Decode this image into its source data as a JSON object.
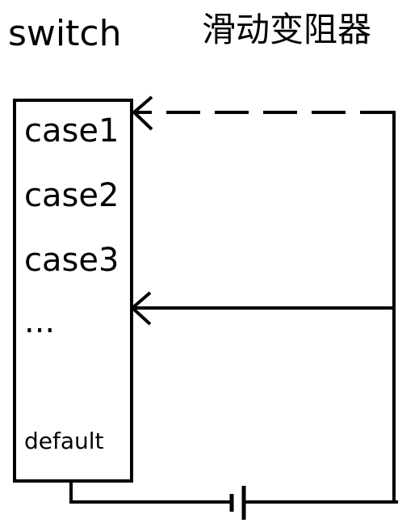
{
  "titles": {
    "switch": "switch",
    "rheostat": "滑动变阻器"
  },
  "switch_box": {
    "cases": [
      "case1",
      "case2",
      "case3",
      "...",
      "default"
    ]
  },
  "colors": {
    "stroke": "#000000",
    "background": "#ffffff"
  },
  "icons": {
    "battery": "battery-icon",
    "arrow": "arrow-left-icon"
  }
}
